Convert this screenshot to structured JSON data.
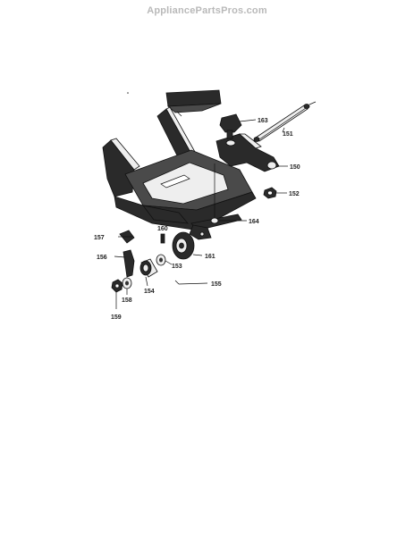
{
  "watermark": "AppliancePartsPros.com",
  "callouts": [
    {
      "id": "151",
      "text": "151"
    },
    {
      "id": "150",
      "text": "150"
    },
    {
      "id": "152",
      "text": "152"
    },
    {
      "id": "153",
      "text": "153"
    },
    {
      "id": "154",
      "text": "154"
    },
    {
      "id": "155",
      "text": "155"
    },
    {
      "id": "156",
      "text": "156"
    },
    {
      "id": "157",
      "text": "157"
    },
    {
      "id": "158",
      "text": "158"
    },
    {
      "id": "159",
      "text": "159"
    },
    {
      "id": "160",
      "text": "160"
    },
    {
      "id": "161",
      "text": "161"
    },
    {
      "id": "163",
      "text": "163"
    },
    {
      "id": "164",
      "text": "164"
    }
  ]
}
